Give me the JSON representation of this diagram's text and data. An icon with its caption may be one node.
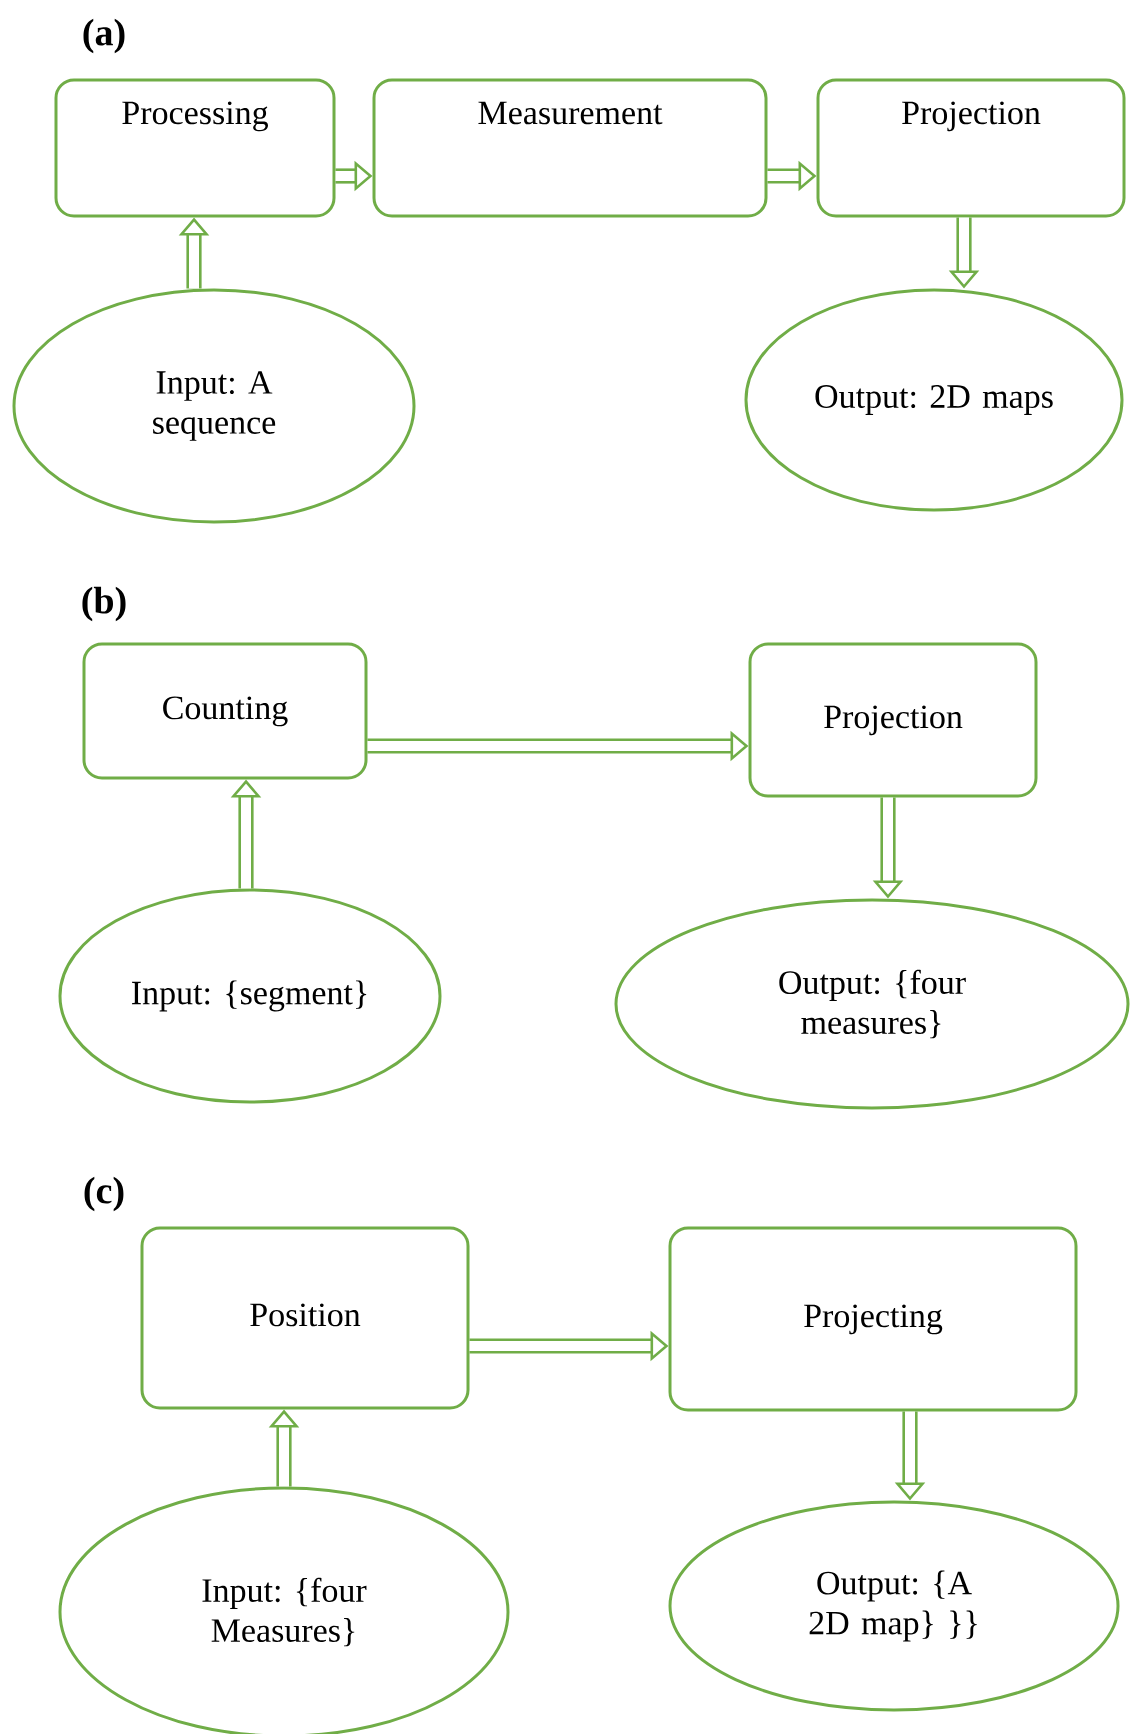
{
  "diagram": {
    "nodes": [
      {
        "text": [
          "Processing"
        ]
      },
      {
        "text": [
          "Measurement"
        ]
      },
      {
        "text": [
          "Projection"
        ]
      },
      {
        "text": [
          "Input: A sequence"
        ]
      },
      {
        "text": [
          "Output: 2D maps"
        ]
      },
      {
        "text": [
          "Counting"
        ]
      },
      {
        "text": [
          "Projection"
        ]
      },
      {
        "text": [
          "Input: {segment}"
        ]
      },
      {
        "text": [
          "Output: {four measures}"
        ]
      },
      {
        "text": [
          "Position"
        ]
      },
      {
        "text": [
          "Projecting"
        ]
      },
      {
        "text": [
          "Input: {four Measures}"
        ]
      },
      {
        "text": [
          "Output: {A 2D map} }}"
        ]
      }
    ],
    "edges": [
      {
        "from": 3,
        "to": 0,
        "arrow": "to"
      },
      {
        "from": 0,
        "to": 1,
        "arrow": "to"
      },
      {
        "from": 1,
        "to": 2,
        "arrow": "to"
      },
      {
        "from": 2,
        "to": 4,
        "arrow": "to"
      },
      {
        "from": 5,
        "to": 6,
        "arrow": "to"
      },
      {
        "from": 7,
        "to": 5,
        "arrow": "to"
      },
      {
        "from": 6,
        "to": 8,
        "arrow": "to"
      },
      {
        "from": 9,
        "to": 10,
        "arrow": "to"
      },
      {
        "from": 11,
        "to": 9,
        "arrow": "to"
      },
      {
        "from": 10,
        "to": 12,
        "arrow": "to"
      }
    ],
    "labels": [
      "(a)",
      "(b)",
      "(c)"
    ]
  }
}
